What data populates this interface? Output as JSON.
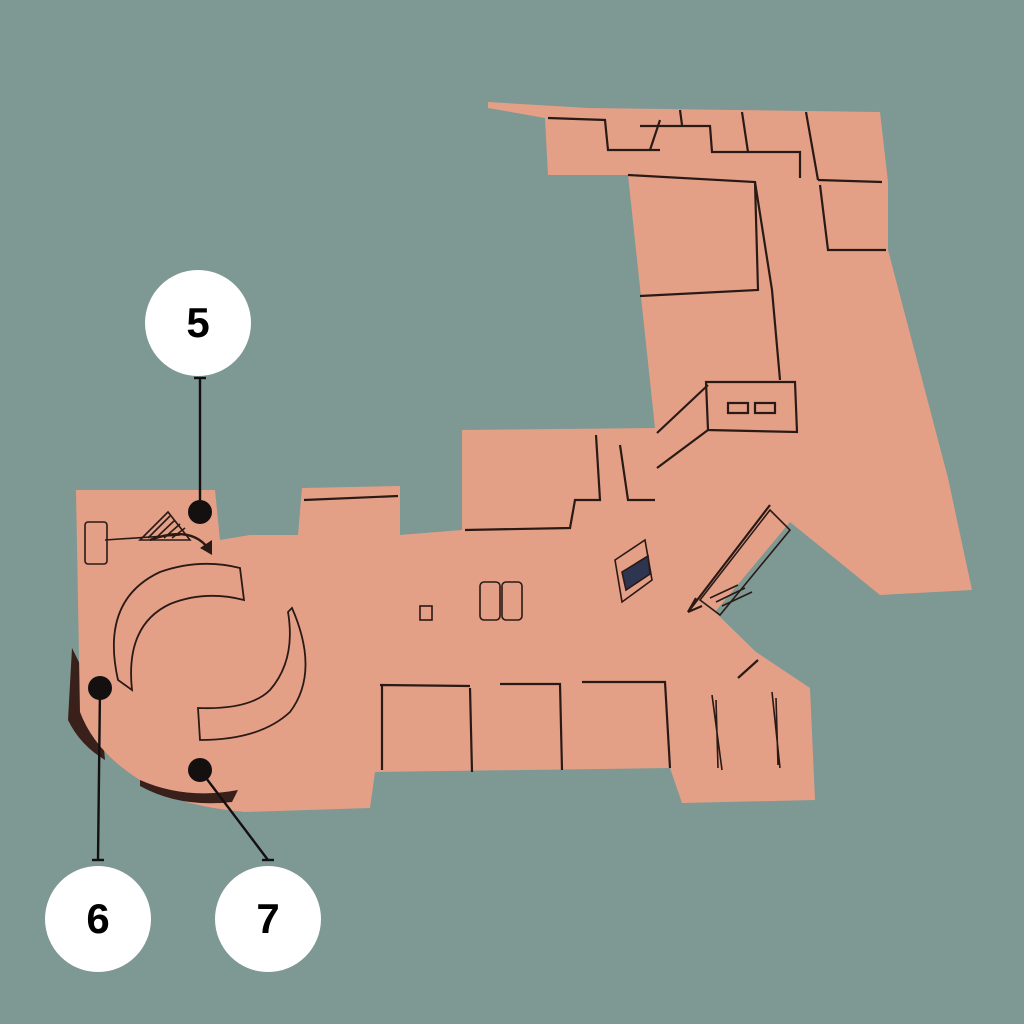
{
  "colors": {
    "background": "#7e9894",
    "floor": "#e4a087",
    "wall": "#2a1a16",
    "shadow": "#3a201a",
    "stair_blue": "#2d3550",
    "marker": "#141010",
    "callout_fill": "#ffffff",
    "callout_text": "#000000"
  },
  "callouts": [
    {
      "id": "5",
      "label": "5"
    },
    {
      "id": "6",
      "label": "6"
    },
    {
      "id": "7",
      "label": "7"
    }
  ]
}
